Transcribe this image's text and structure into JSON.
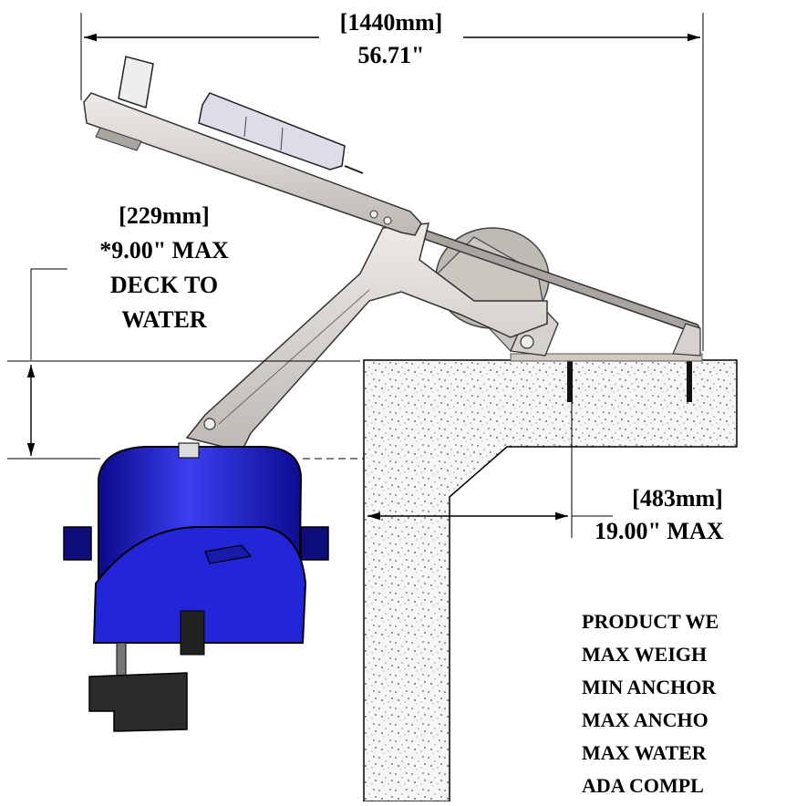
{
  "dimensions": {
    "overall_width": {
      "metric": "[1440mm]",
      "imperial": "56.71\""
    },
    "deck_to_water": {
      "metric": "[229mm]",
      "line1": "*9.00\" MAX",
      "line2": "DECK TO",
      "line3": "WATER"
    },
    "anchor_setback": {
      "metric": "[483mm]",
      "imperial": "19.00\" MAX"
    }
  },
  "specs": [
    "PRODUCT WE",
    "MAX WEIGH",
    "MIN ANCHOR",
    "MAX ANCHO",
    "MAX WATER",
    "ADA COMPL"
  ],
  "colors": {
    "seat_blue": "#2a2ee0",
    "frame_gray": "#d8d4cf",
    "concrete": "#f4f4f4",
    "line": "#000000"
  }
}
